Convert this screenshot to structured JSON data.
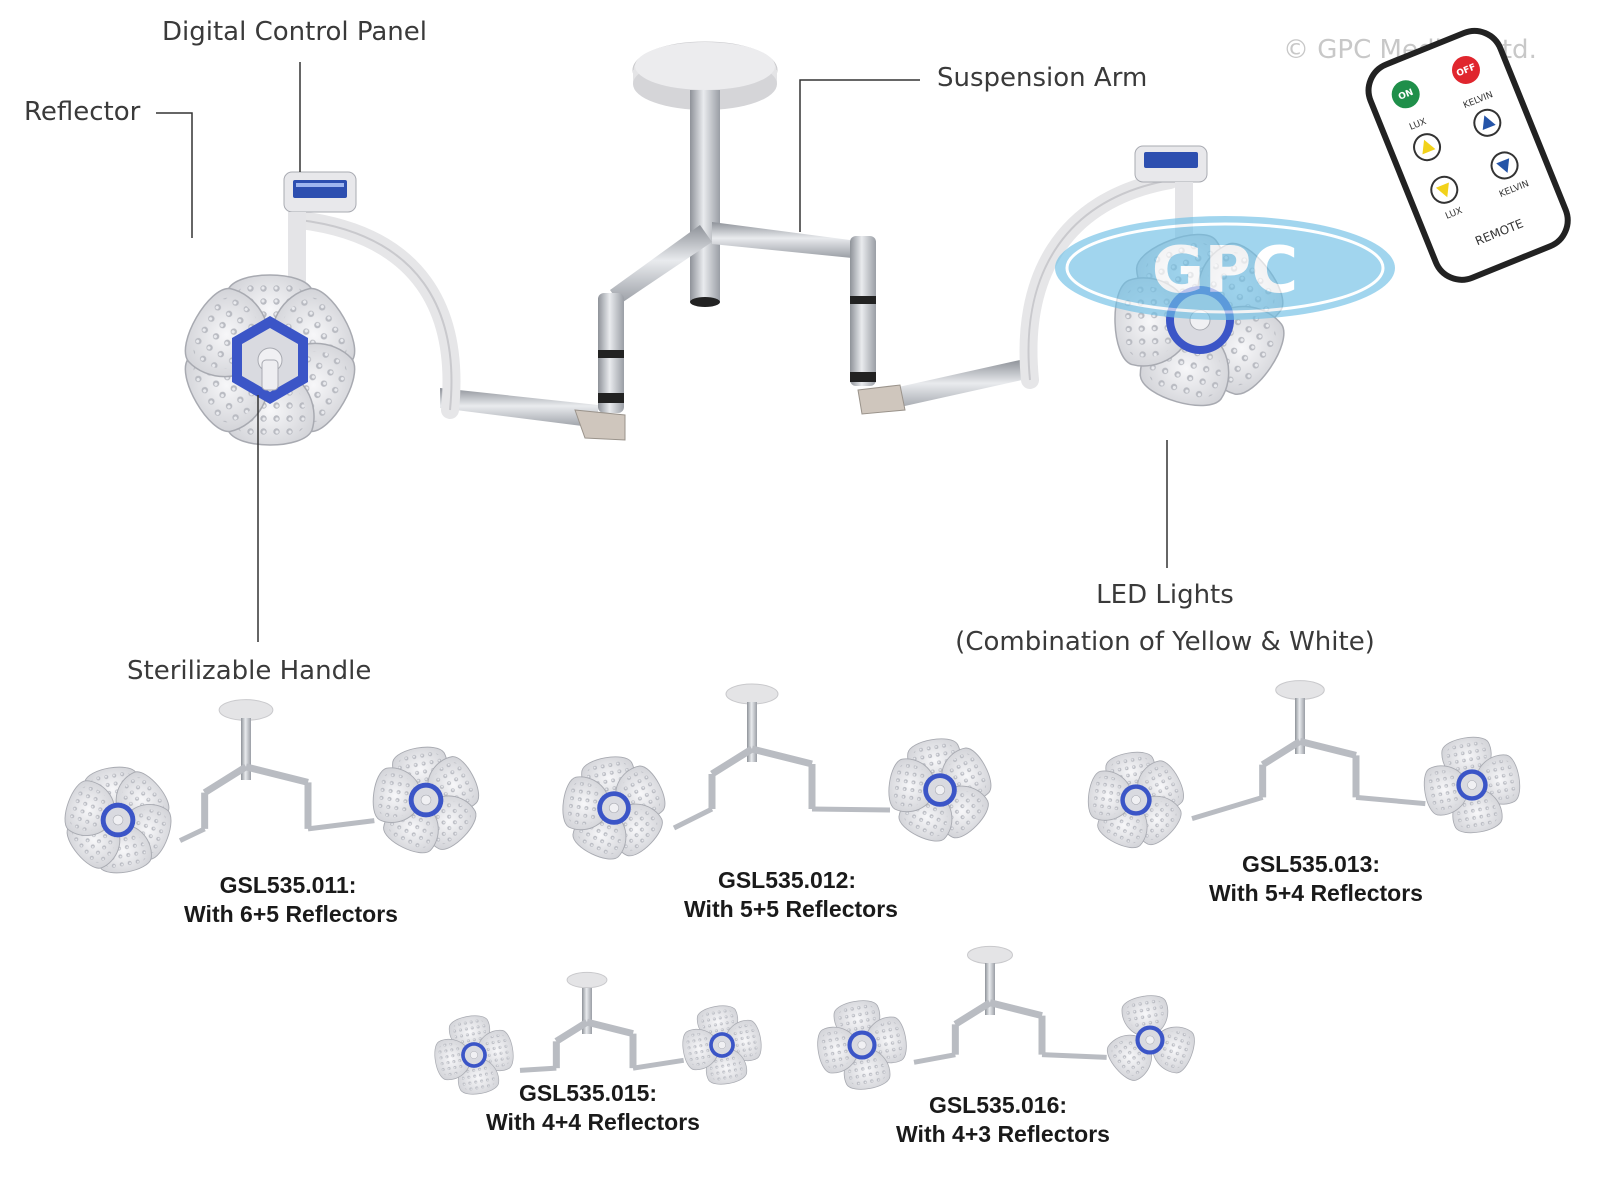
{
  "watermark": "© GPC Medical Ltd.",
  "callouts": {
    "digital_control_panel": "Digital Control Panel",
    "reflector": "Reflector",
    "suspension_arm": "Suspension Arm",
    "sterilizable_handle": "Sterilizable Handle",
    "led_lights": "LED Lights",
    "led_lights_sub": "(Combination of Yellow & White)"
  },
  "remote": {
    "on": "ON",
    "off": "OFF",
    "lux_up": "LUX",
    "kelvin_up": "KELVIN",
    "lux_down": "LUX",
    "kelvin_down": "KELVIN",
    "label": "REMOTE"
  },
  "logo_text": "GPC",
  "variants": [
    {
      "code": "GSL535.011:",
      "desc": "With 6+5 Reflectors"
    },
    {
      "code": "GSL535.012:",
      "desc": "With 5+5 Reflectors"
    },
    {
      "code": "GSL535.013:",
      "desc": "With 5+4 Reflectors"
    },
    {
      "code": "GSL535.015:",
      "desc": "With 4+4 Reflectors"
    },
    {
      "code": "GSL535.016:",
      "desc": "With 4+3 Reflectors"
    }
  ],
  "colors": {
    "accent_blue": "#3b55c7",
    "reflector_fill": "#ececef",
    "arm_metal": "#b9bcc2",
    "on_button": "#1f8f4a",
    "off_button": "#e0262e",
    "text": "#3a3a3a"
  }
}
